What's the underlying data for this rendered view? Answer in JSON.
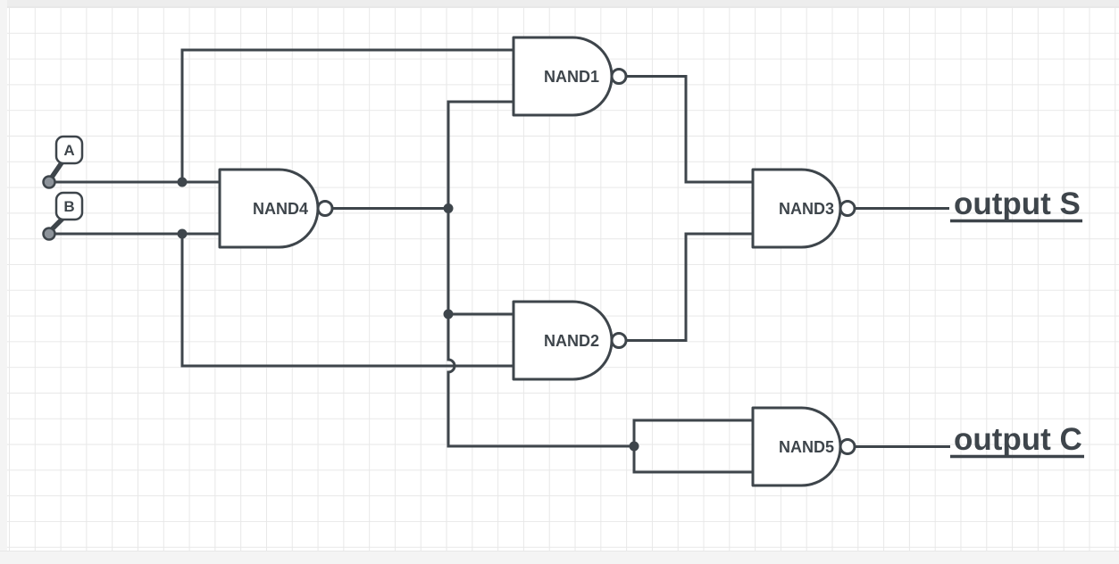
{
  "inputs": [
    {
      "label": "A"
    },
    {
      "label": "B"
    }
  ],
  "gates": [
    {
      "label": "NAND1"
    },
    {
      "label": "NAND2"
    },
    {
      "label": "NAND3"
    },
    {
      "label": "NAND4"
    },
    {
      "label": "NAND5"
    }
  ],
  "outputs": [
    {
      "label": "output S"
    },
    {
      "label": "output C"
    }
  ],
  "colors": {
    "stroke": "#3e454b",
    "text": "#3e454b",
    "grid": "#e8e8e8",
    "page": "#ffffff",
    "offpage": "#ededed",
    "terminal-fill": "#8d939a",
    "gate-fill": "#ffffff"
  }
}
